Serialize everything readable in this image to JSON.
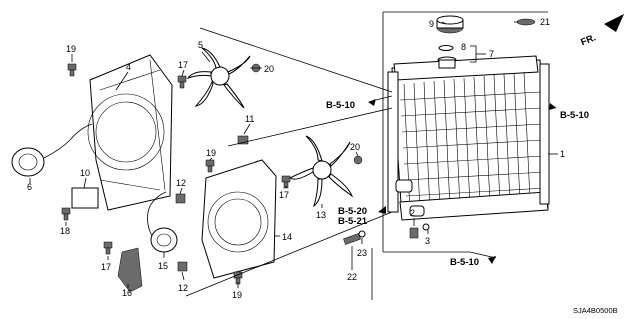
{
  "callouts": {
    "c1": "1",
    "c2": "2",
    "c3": "3",
    "c4": "4",
    "c5": "5",
    "c6": "6",
    "c7": "7",
    "c8": "8",
    "c9": "9",
    "c10": "10",
    "c11": "11",
    "c12a": "12",
    "c12b": "12",
    "c13": "13",
    "c14": "14",
    "c15": "15",
    "c16": "16",
    "c17a": "17",
    "c17b": "17",
    "c17c": "17",
    "c18": "18",
    "c19a": "19",
    "c19b": "19",
    "c19c": "19",
    "c20a": "20",
    "c20b": "20",
    "c21": "21",
    "c22": "22",
    "c23": "23"
  },
  "refs": {
    "r1": "B-5-10",
    "r2": "B-5-10",
    "r3": "B-5-20",
    "r4": "B-5-21",
    "r5": "B-5-10"
  },
  "front_label": "FR.",
  "diagram_code": "SJA4B0500B"
}
